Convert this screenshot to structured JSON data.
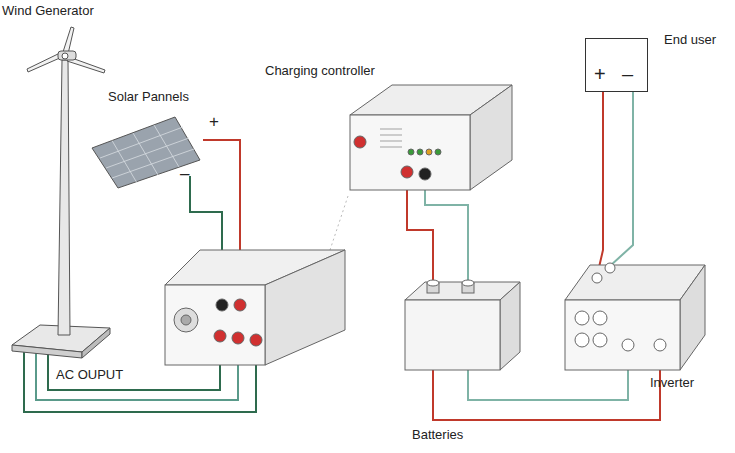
{
  "diagram": {
    "nodes": [
      {
        "text": [
          "End user",
          "+",
          "–"
        ]
      }
    ],
    "labels": [
      "Wind Generator",
      "Solar Pannels",
      "+",
      "–",
      "Charging controller",
      "AC OUPUT",
      "Batteries",
      "Inverter"
    ]
  }
}
